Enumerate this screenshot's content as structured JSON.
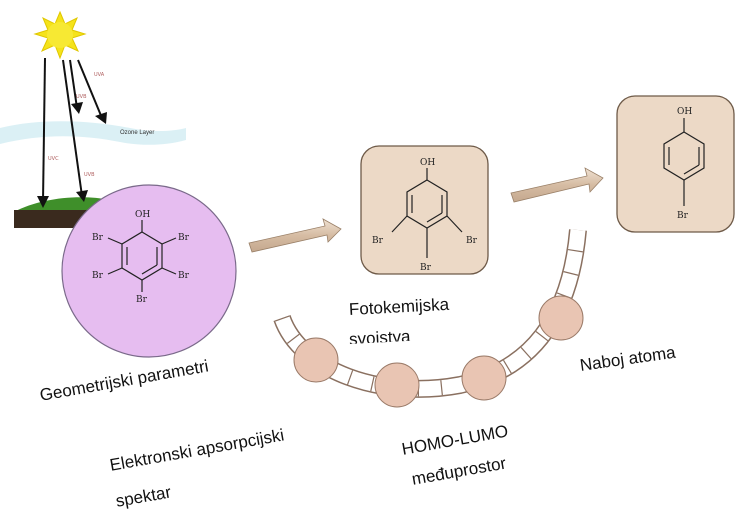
{
  "sun_scene": {
    "ozone_label": "Ozone Layer",
    "ray_labels": [
      "UVC",
      "UVB",
      "UVA",
      "UVB"
    ]
  },
  "molecules": {
    "tetrabromophenol": {
      "top": "OH",
      "substituents": [
        "Br",
        "Br",
        "Br",
        "Br",
        "Br"
      ]
    },
    "tribromophenol": {
      "top": "OH",
      "substituents": [
        "Br",
        "Br",
        "Br"
      ]
    },
    "bromophenol": {
      "top": "OH",
      "bottom": "Br"
    }
  },
  "labels": {
    "geometric": "Geometrijski parametri",
    "photochem_line1": "Fotokemijska",
    "photochem_line2": "svojstva",
    "charge": "Naboj atoma",
    "electronic_line1": "Elektronski apsorpcijski",
    "electronic_line2": "spektar",
    "homo_line1": "HOMO-LUMO",
    "homo_line2": "međuprostor"
  },
  "colors": {
    "ellipse_fill": "#e6bdf0",
    "box_fill": "#ecd9c6",
    "bead_fill": "#e9c5b3",
    "arrow_fill": "#d9c3ad",
    "sun": "#f5e31a",
    "ozone": "#d7eef4",
    "ground": "#3a2a1e",
    "grass": "#3f8f2a"
  }
}
